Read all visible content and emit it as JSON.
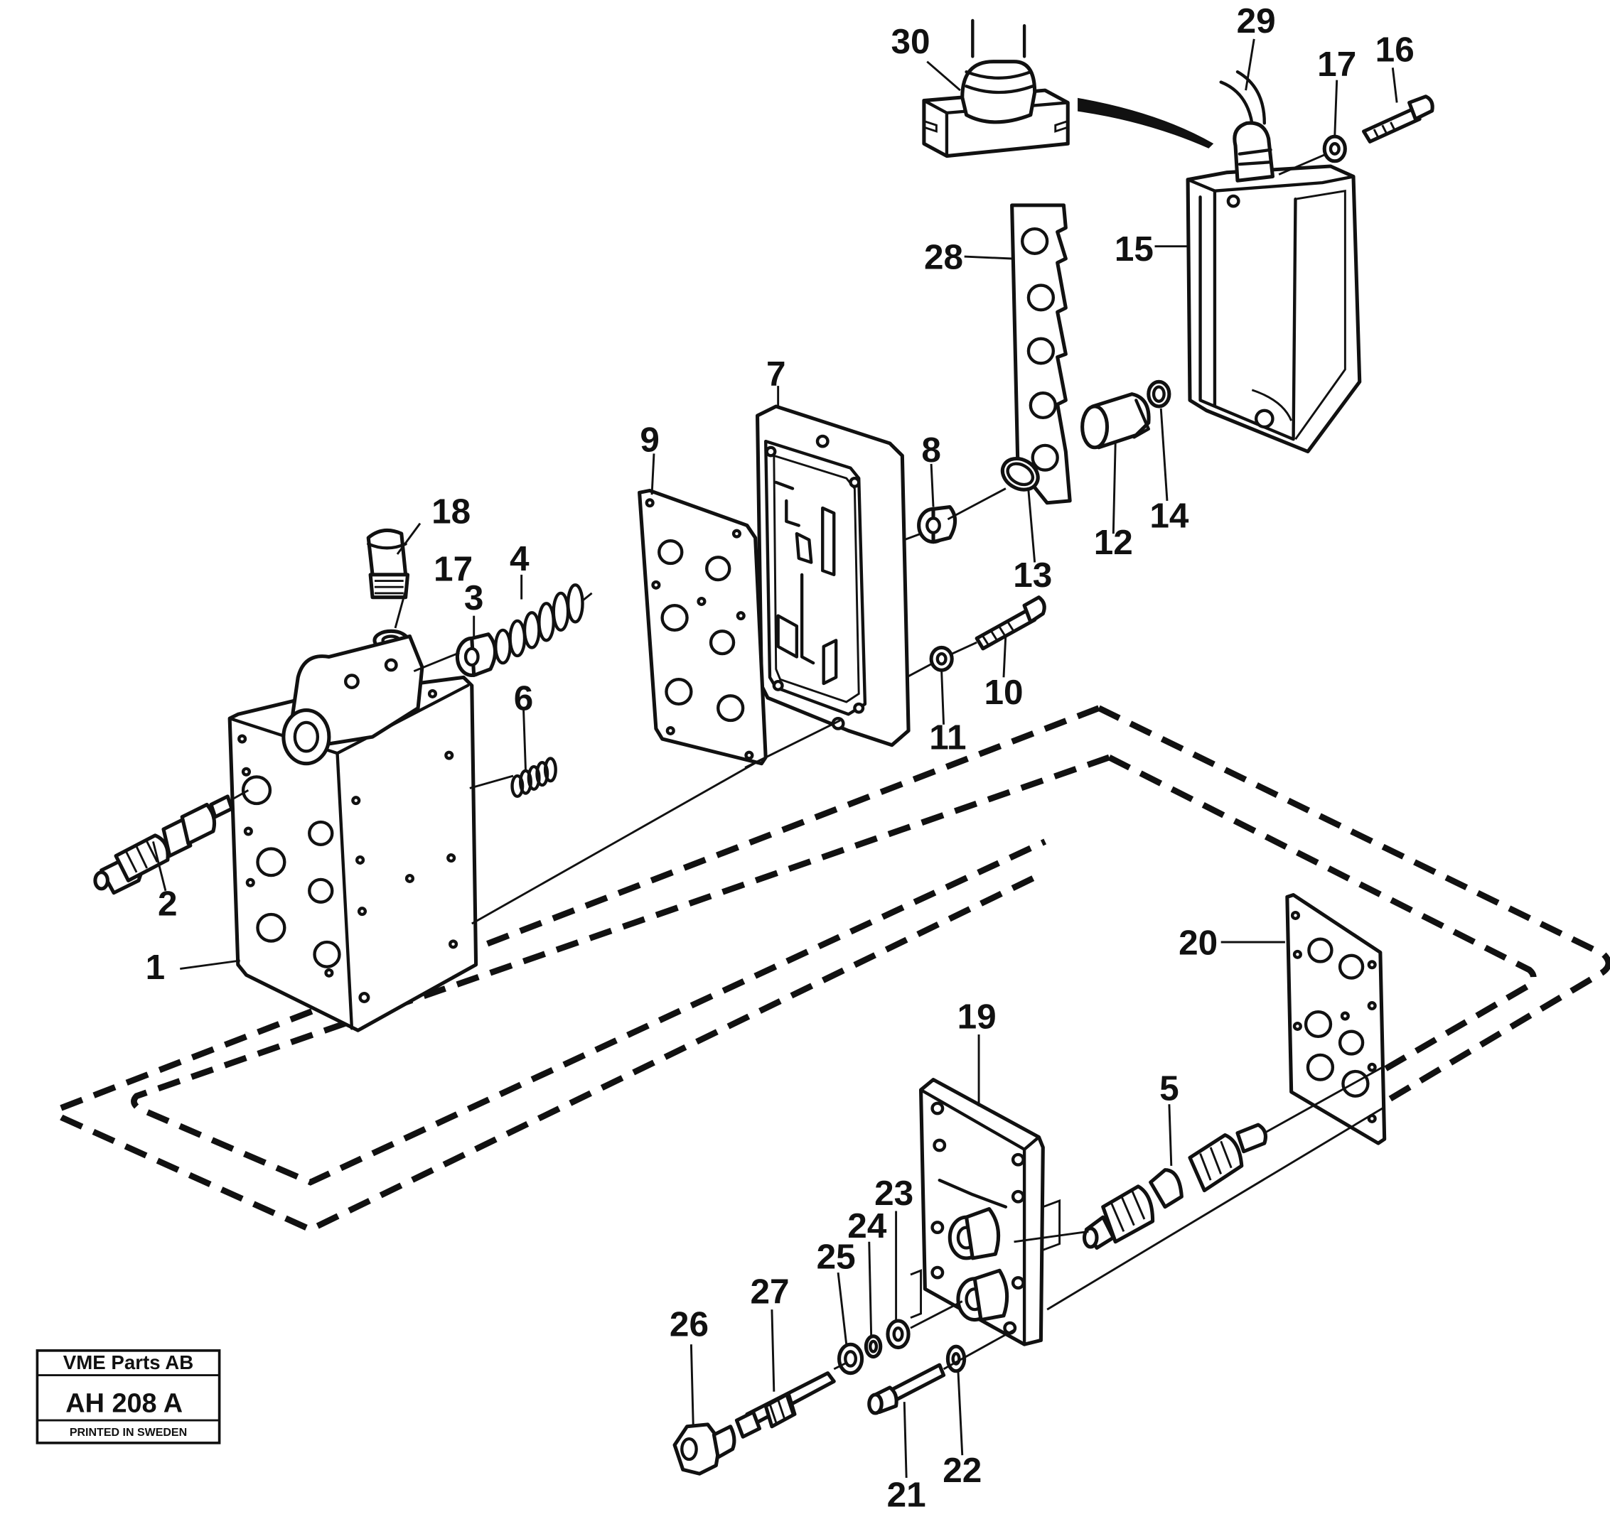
{
  "diagram": {
    "labels": {
      "p1": "1",
      "p2": "2",
      "p3": "3",
      "p4": "4",
      "p5": "5",
      "p6": "6",
      "p7": "7",
      "p8": "8",
      "p9": "9",
      "p10": "10",
      "p11": "11",
      "p12": "12",
      "p13": "13",
      "p14": "14",
      "p15": "15",
      "p16": "16",
      "p17a": "17",
      "p17b": "17",
      "p18": "18",
      "p19": "19",
      "p20": "20",
      "p21": "21",
      "p22": "22",
      "p23": "23",
      "p24": "24",
      "p25": "25",
      "p26": "26",
      "p27": "27",
      "p28": "28",
      "p29": "29",
      "p30": "30"
    },
    "stamp": {
      "company": "VME Parts AB",
      "code": "AH 208 A",
      "printed": "PRINTED IN SWEDEN"
    }
  }
}
